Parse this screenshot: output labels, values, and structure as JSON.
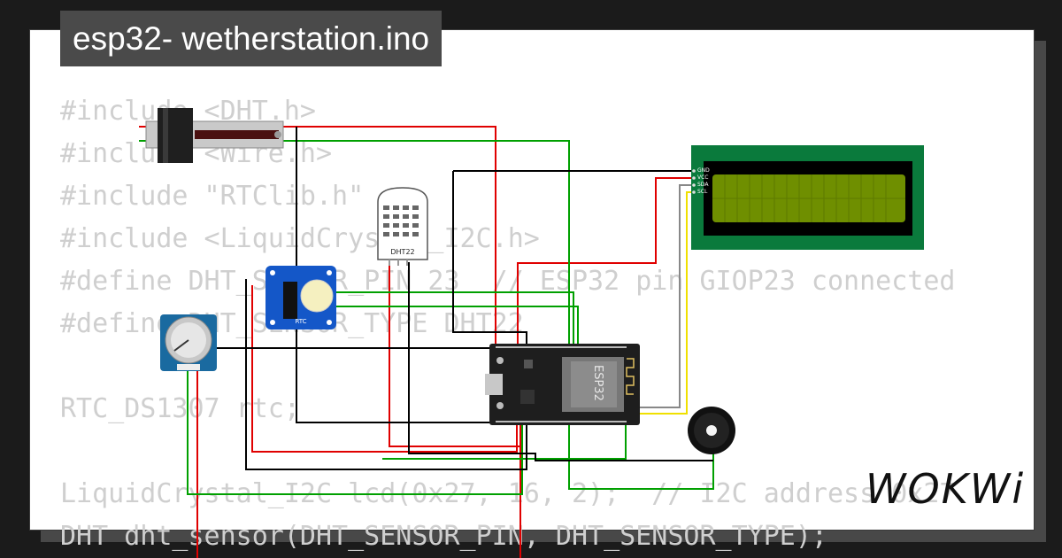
{
  "title": "esp32- wetherstation.ino",
  "code_lines": [
    "#include <DHT.h>",
    "#include <Wire.h>",
    "#include \"RTClib.h\"",
    "#include <LiquidCrystal_I2C.h>",
    "#define DHT_SENSOR_PIN 23  // ESP32 pin GIOP23 connected",
    "#define DHT_SENSOR_TYPE DHT22",
    "",
    "RTC_DS1307 rtc;",
    "",
    "LiquidCrystal_I2C lcd(0x27, 16, 2);  // I2C address 0x27",
    "DHT dht_sensor(DHT_SENSOR_PIN, DHT_SENSOR_TYPE);"
  ],
  "components": {
    "esp32_label": "ESP32",
    "dht_label": "DHT22",
    "rtc_label": "RTC",
    "lcd_pins": [
      "GND",
      "VCC",
      "SDA",
      "SCL"
    ]
  },
  "logo": "WOKWi",
  "colors": {
    "wire_red": "#e00000",
    "wire_green": "#00a000",
    "wire_black": "#000000",
    "wire_yellow": "#f0e000",
    "wire_gray": "#888888",
    "lcd_board": "#0a7a3c",
    "lcd_screen": "#6f8f00",
    "rtc_board": "#1457c8",
    "pot_board": "#1a6aa0",
    "esp_board": "#1e1e1e",
    "title_bg": "#4a4a4a"
  }
}
